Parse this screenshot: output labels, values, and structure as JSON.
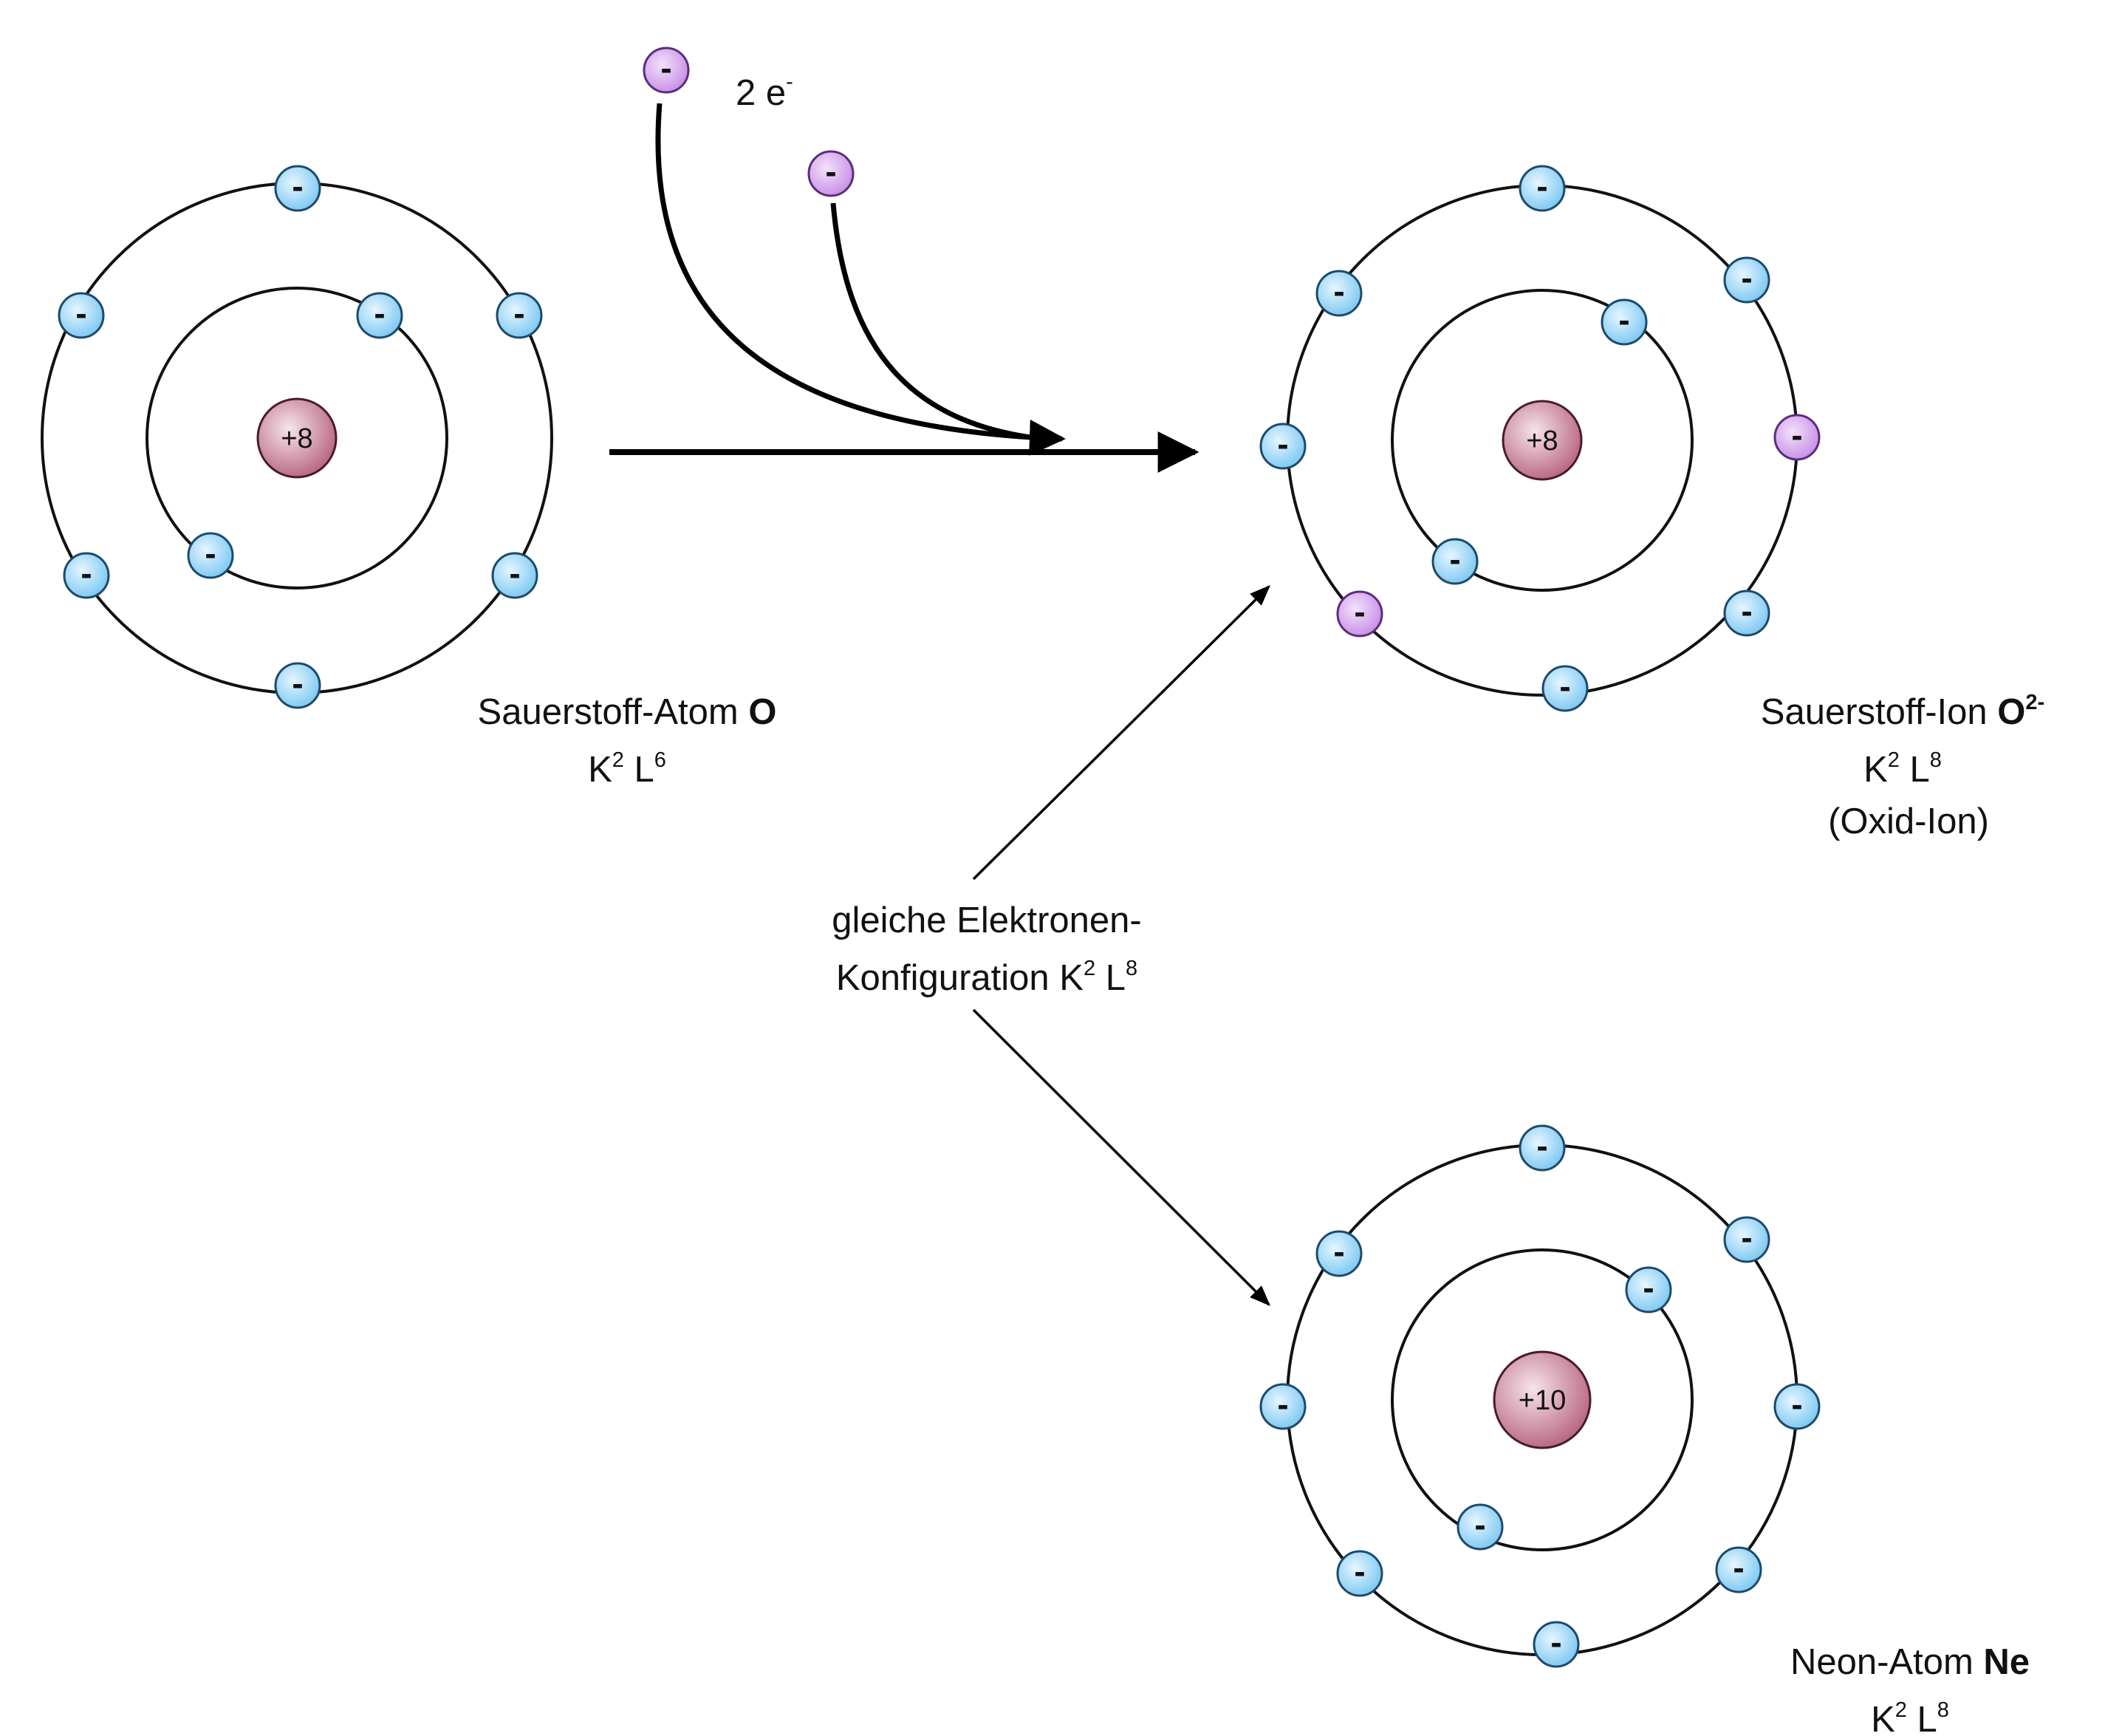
{
  "colors": {
    "electron_fill": "#8fd3f7",
    "electron_stroke": "#1c4a6b",
    "added_electron_fill": "#d9a6f2",
    "added_electron_stroke": "#5b2d7a",
    "nucleus_fill": "#c98097",
    "nucleus_stroke": "#4a1a2b",
    "orbit_stroke": "#111111",
    "arrow": "#000000"
  },
  "electron_symbol": "-",
  "atoms": {
    "oxygen": {
      "nucleus_charge": "+8",
      "name": "Sauerstoff-Atom",
      "symbol": "O",
      "config_k": "K",
      "config_k_count": "2",
      "config_l": "L",
      "config_l_count": "6"
    },
    "oxide_ion": {
      "nucleus_charge": "+8",
      "name": "Sauerstoff-Ion",
      "symbol": "O",
      "charge": "2-",
      "config_k": "K",
      "config_k_count": "2",
      "config_l": "L",
      "config_l_count": "8",
      "alt_name": "(Oxid-Ion)"
    },
    "neon": {
      "nucleus_charge": "+10",
      "name": "Neon-Atom",
      "symbol": "Ne",
      "config_k": "K",
      "config_k_count": "2",
      "config_l": "L",
      "config_l_count": "8"
    }
  },
  "added_electrons": {
    "count_label": "2 e",
    "count_sup": "-"
  },
  "note": {
    "line1": "gleiche Elektronen-",
    "line2": "Konfiguration K",
    "line2_k_count": "2",
    "line2_l": "L",
    "line2_l_count": "8"
  }
}
